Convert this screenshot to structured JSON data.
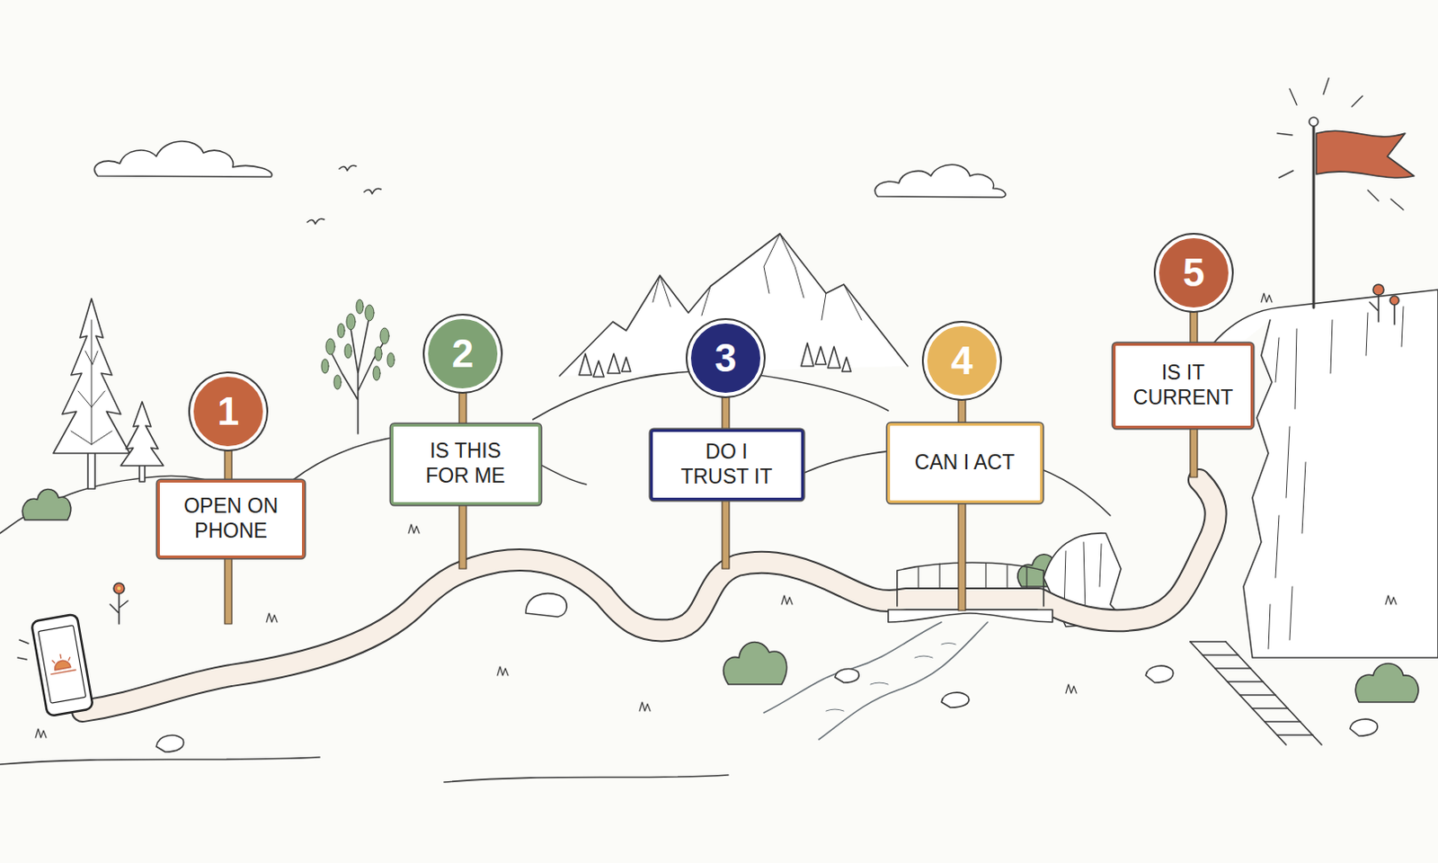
{
  "diagram": {
    "nodes": [
      {
        "text": [
          "1"
        ]
      },
      {
        "text": [
          "OPEN ON PHONE"
        ]
      },
      {
        "text": [
          "2"
        ]
      },
      {
        "text": [
          "IS THIS FOR ME"
        ]
      },
      {
        "text": [
          "3"
        ]
      },
      {
        "text": [
          "DO I TRUST IT"
        ]
      },
      {
        "text": [
          "4"
        ]
      },
      {
        "text": [
          "CAN I ACT"
        ]
      },
      {
        "text": [
          "5"
        ]
      },
      {
        "text": [
          "IS IT CURRENT"
        ]
      }
    ]
  }
}
